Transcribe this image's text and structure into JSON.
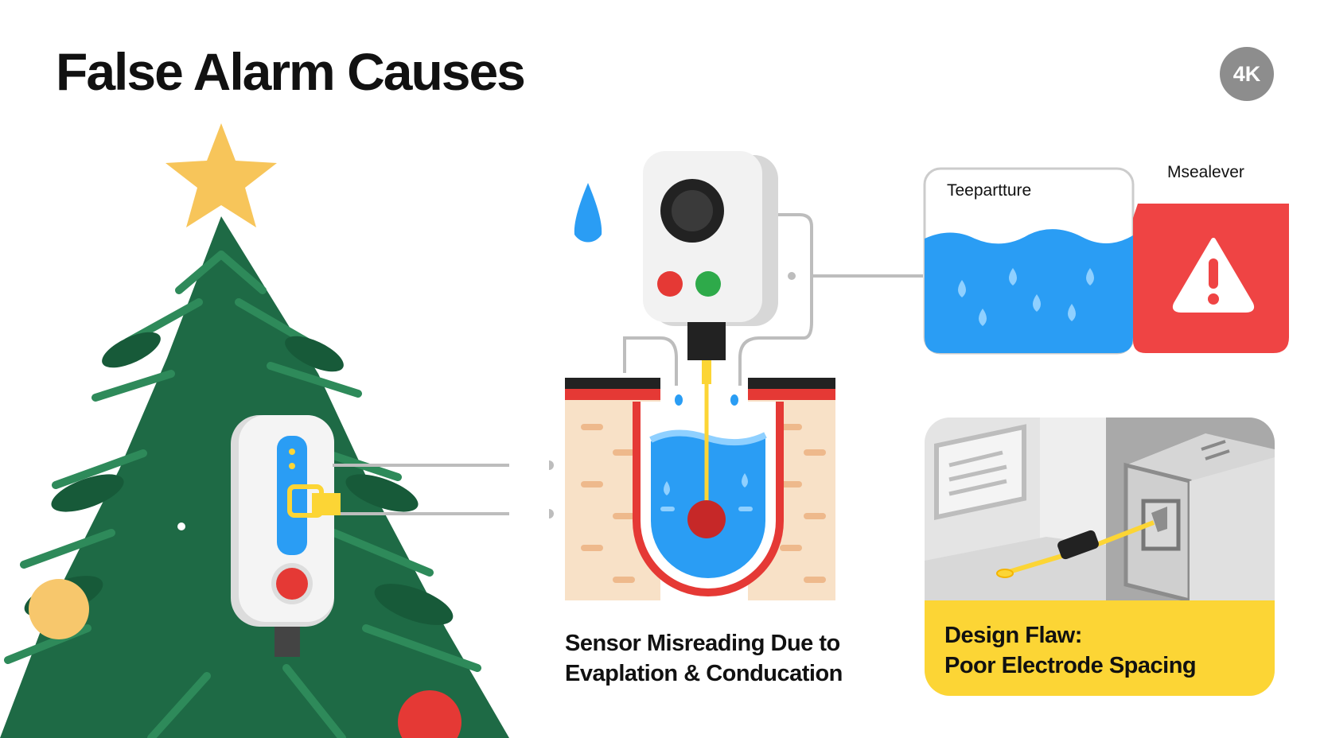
{
  "page": {
    "title": "False Alarm Causes",
    "badge": "4K"
  },
  "center": {
    "caption_line1": "Sensor Misreading Due to",
    "caption_line2": "Evaplation & Conducation"
  },
  "right_top": {
    "panel_label": "Teepartture",
    "alert_label": "Msealever"
  },
  "right_bottom": {
    "title_line1": "Design Flaw:",
    "title_line2": "Poor Electrode Spacing"
  },
  "colors": {
    "tree_green": "#1e6a45",
    "water_blue": "#2a9df4",
    "alert_red": "#ef4444",
    "highlight_yellow": "#fcd535",
    "star_yellow": "#f7c55a"
  },
  "icons": [
    "star-icon",
    "water-drop-icon",
    "warning-icon",
    "sensor-device-icon",
    "speaker-icon"
  ]
}
